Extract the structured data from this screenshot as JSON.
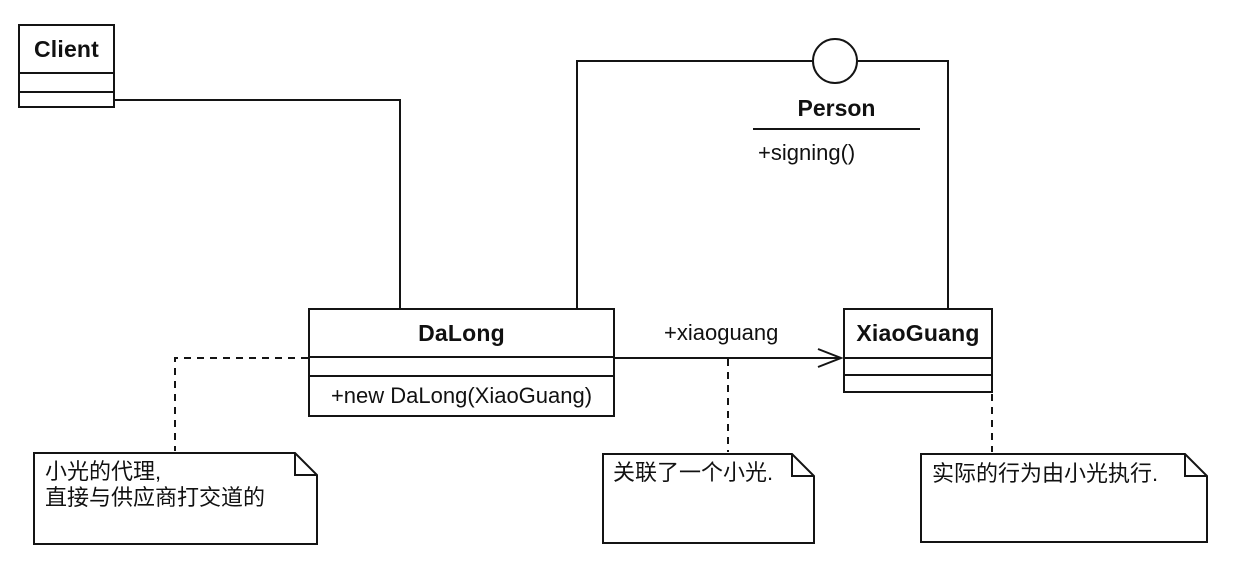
{
  "classes": [
    {
      "name": "Client"
    },
    {
      "name": "DaLong",
      "operations": [
        "+new DaLong(XiaoGuang)"
      ]
    },
    {
      "name": "XiaoGuang"
    }
  ],
  "interface": {
    "name": "Person",
    "operation": "+signing()",
    "icon": "lollipop-circle"
  },
  "association": {
    "label": "+xiaoguang"
  },
  "notes": [
    {
      "lines": [
        "小光的代理,",
        "直接与供应商打交道的"
      ]
    },
    {
      "lines": [
        "关联了一个小光."
      ]
    },
    {
      "lines": [
        "实际的行为由小光执行."
      ]
    }
  ],
  "colors": {
    "stroke": "#141414",
    "background": "#ffffff",
    "text": "#111111"
  }
}
